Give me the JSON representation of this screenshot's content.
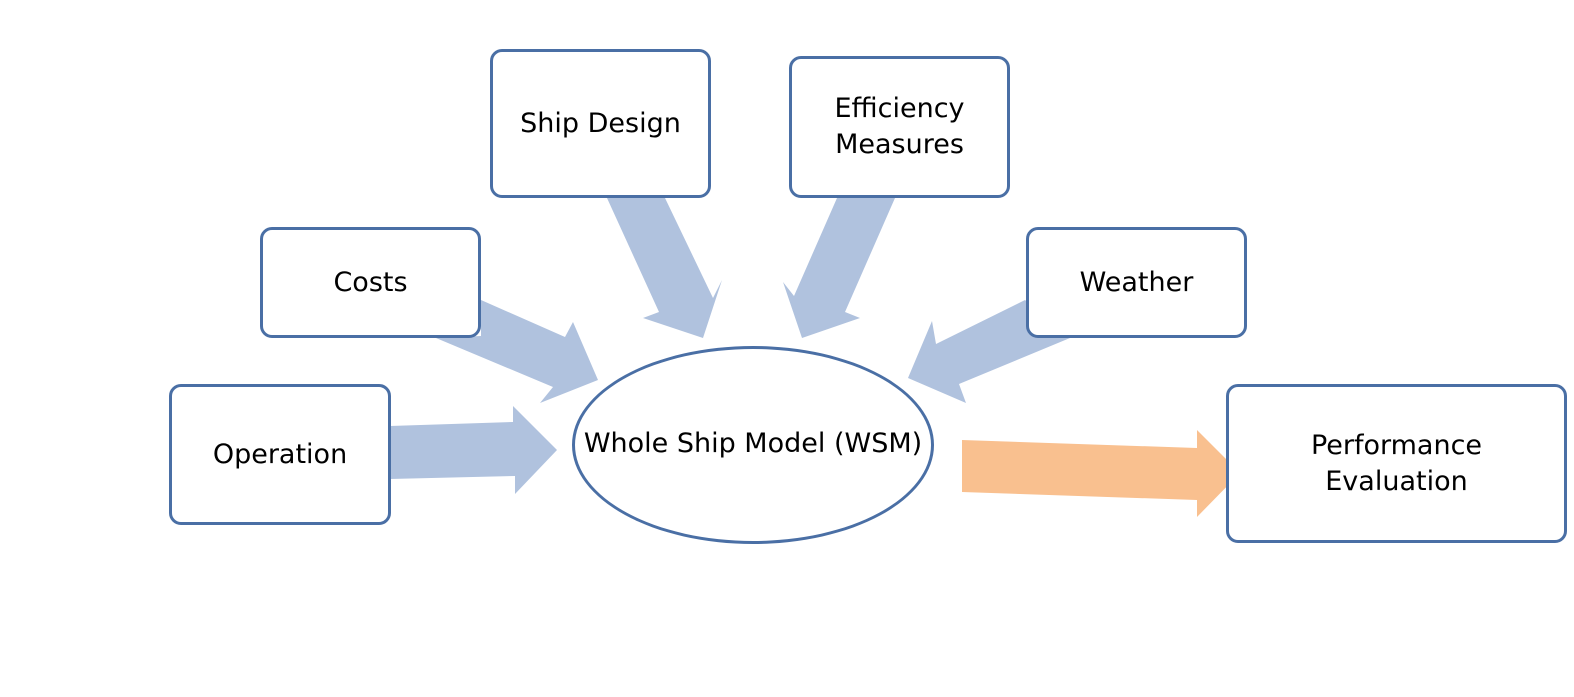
{
  "diagram": {
    "inputs": {
      "ship_design": [
        "Ship Design"
      ],
      "efficiency_measures": [
        "Efficiency",
        "Measures"
      ],
      "costs": [
        "Costs"
      ],
      "weather": [
        "Weather"
      ],
      "operation": [
        "Operation"
      ]
    },
    "center": [
      "Whole Ship Model",
      "(WSM)"
    ],
    "output": [
      "Performance",
      "Evaluation"
    ]
  },
  "colors": {
    "box_border": "#4a6fa5",
    "input_arrow": "#b0c2de",
    "output_arrow": "#f9c08f",
    "background": "#ffffff",
    "text": "#000000"
  }
}
